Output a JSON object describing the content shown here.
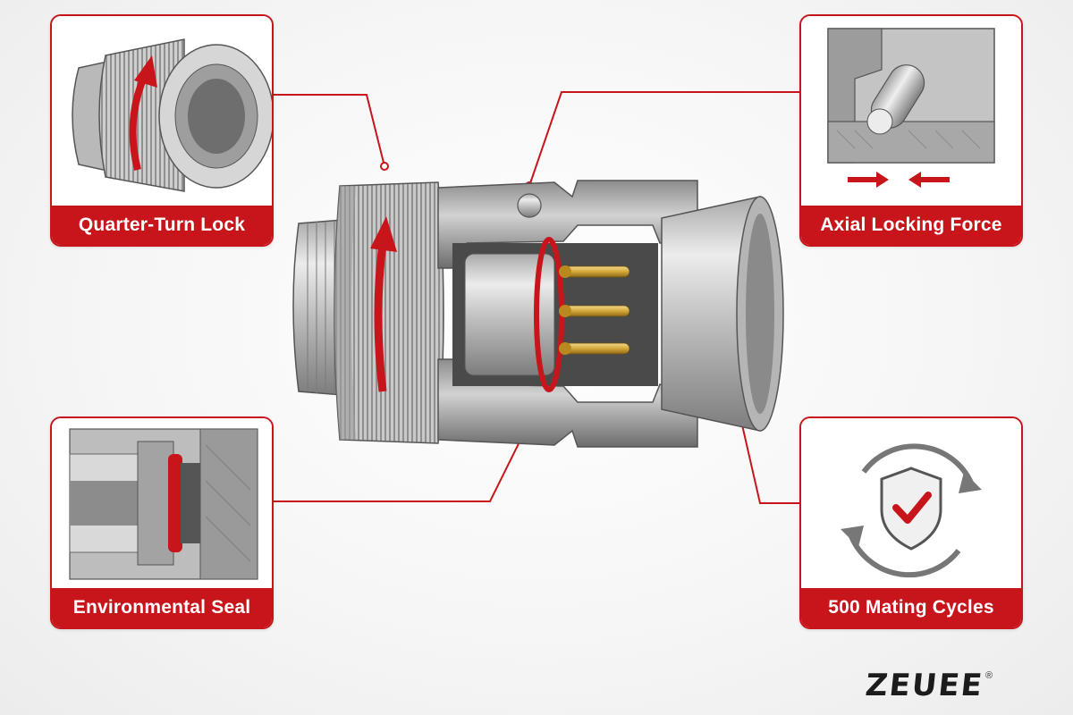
{
  "panels": {
    "top_left": {
      "label": "Quarter-Turn Lock",
      "icon": "quarter-turn-lock-icon"
    },
    "top_right": {
      "label": "Axial Locking Force",
      "icon": "axial-force-icon"
    },
    "bottom_left": {
      "label": "Environmental Seal",
      "icon": "environmental-seal-icon"
    },
    "bottom_right": {
      "label": "500 Mating Cycles",
      "icon": "mating-cycles-icon"
    }
  },
  "brand": {
    "name": "ZEUEE",
    "registered_mark": "®"
  },
  "colors": {
    "accent_red": "#c8151b",
    "metal_light": "#d9d9d9",
    "metal_dark": "#8a8a8a",
    "gold_pins": "#d4a73a",
    "text_dark": "#1c1c1c"
  }
}
